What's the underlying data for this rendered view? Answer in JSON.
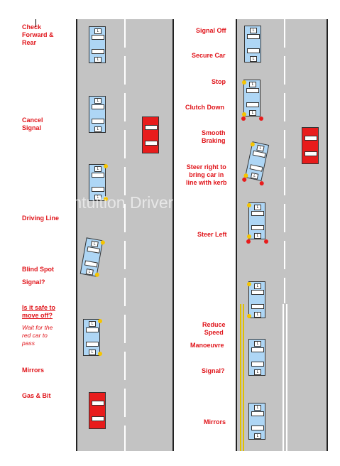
{
  "left_labels": {
    "check_forward": "Check\nForward &\nRear",
    "cancel_signal": "Cancel\nSignal",
    "driving_line": "Driving Line",
    "blind_spot": "Blind Spot",
    "signal_q": "Signal?",
    "is_it_safe": "Is it safe to\nmove off?",
    "wait_note": "Wait for the\nred car to\npass",
    "mirrors": "Mirrors",
    "gas_bit": "Gas & Bit"
  },
  "right_labels": {
    "signal_off": "Signal Off",
    "secure_car": "Secure Car",
    "stop": "Stop",
    "clutch_down": "Clutch Down",
    "smooth_braking": "Smooth\nBraking",
    "steer_right": "Steer right to\nbring car in\nline with kerb",
    "steer_left": "Steer Left",
    "reduce_speed": "Reduce\nSpeed",
    "manoeuvre": "Manoeuvre",
    "signal_q": "Signal?",
    "mirrors": "Mirrors"
  },
  "plates": {
    "front": "L",
    "rear": "L"
  },
  "watermark": "Intuition Driver Training",
  "colors": {
    "label_red": "#e0141a",
    "road_grey": "#c3c3c3",
    "car_blue": "#aed6f5",
    "car_red": "#e81c1c",
    "indicator": "#f5c400"
  }
}
